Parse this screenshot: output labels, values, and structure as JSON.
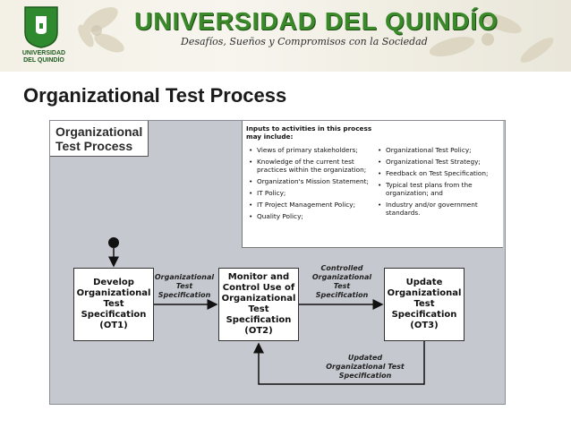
{
  "header": {
    "logo_text": "UNIVERSIDAD\nDEL QUINDÍO",
    "university": "UNIVERSIDAD DEL QUINDÍO",
    "motto": "Desafíos, Sueños y Compromisos con la Sociedad"
  },
  "slide": {
    "title": "Organizational Test Process"
  },
  "diagram": {
    "frame_title": "Organizational Test Process",
    "inputs_intro": "Inputs to activities in this process may include:",
    "inputs_left": [
      "Views of primary stakeholders;",
      "Knowledge of the current test practices within the organization;",
      "Organization's Mission Statement;",
      "IT Policy;",
      "IT Project Management Policy;",
      "Quality Policy;"
    ],
    "inputs_right": [
      "Organizational Test Policy;",
      "Organizational Test Strategy;",
      "Feedback on Test Specification;",
      "Typical test plans from the organization; and",
      "Industry and/or government standards."
    ],
    "boxes": [
      "Develop\nOrganizational\nTest\nSpecification\n(OT1)",
      "Monitor and\nControl Use of\nOrganizational\nTest\nSpecification\n(OT2)",
      "Update\nOrganizational\nTest\nSpecification\n(OT3)"
    ],
    "flow_labels": [
      "Organizational\nTest\nSpecification",
      "Controlled\nOrganizational\nTest\nSpecification",
      "Updated\nOrganizational Test\nSpecification"
    ]
  },
  "colors": {
    "diagram_bg": "#c5c9cf",
    "brand_green": "#3a8a2a"
  }
}
